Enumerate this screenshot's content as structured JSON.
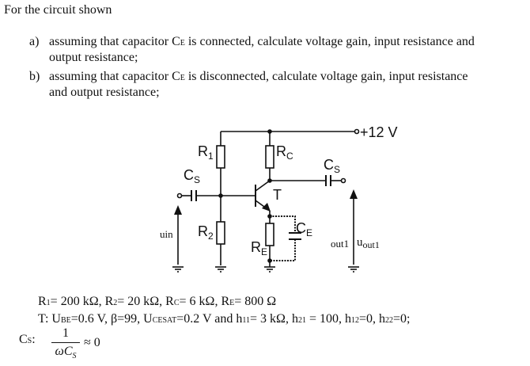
{
  "intro": "For the circuit shown",
  "tasks": [
    {
      "label": "a)",
      "line1_pre": "assuming that capacitor C",
      "line1_sub": "E",
      "line1_post": " is connected, calculate voltage gain, input resistance and",
      "line2": "output resistance;"
    },
    {
      "label": "b)",
      "line1_pre": "assuming that capacitor C",
      "line1_sub": "E",
      "line1_post": " is disconnected, calculate voltage gain, input resistance",
      "line2": "and output resistance;"
    }
  ],
  "circuit": {
    "supply": "+12 V",
    "labels": {
      "R1": {
        "main": "R",
        "sub": "1"
      },
      "R2": {
        "main": "R",
        "sub": "2"
      },
      "RC": {
        "main": "R",
        "sub": "C"
      },
      "RE": {
        "main": "R",
        "sub": "E"
      },
      "CS_in": {
        "main": "C",
        "sub": "S"
      },
      "CS_out": {
        "main": "C",
        "sub": "S"
      },
      "CE": {
        "main": "C",
        "sub": "E"
      },
      "T": "T",
      "uin": "uin",
      "out_left": "out1",
      "uout": {
        "main": "u",
        "sub": "out1"
      }
    }
  },
  "params": {
    "line1": [
      {
        "t": "R"
      },
      {
        "s": "1"
      },
      {
        "t": "= 200 kΩ, R"
      },
      {
        "s": "2"
      },
      {
        "t": "= 20 kΩ, R"
      },
      {
        "s": "C"
      },
      {
        "t": "= 6 kΩ, R"
      },
      {
        "s": "E"
      },
      {
        "t": "= 800 Ω"
      }
    ],
    "line2": [
      {
        "t": "T: U"
      },
      {
        "s": "BE"
      },
      {
        "t": "=0.6 V, β=99, U"
      },
      {
        "s": "CESAT"
      },
      {
        "t": "=0.2 V and h"
      },
      {
        "s": "11"
      },
      {
        "t": "= 3 kΩ, h"
      },
      {
        "s": "21"
      },
      {
        "t": " = 100, h"
      },
      {
        "s": "12"
      },
      {
        "t": "=0, h"
      },
      {
        "s": "22"
      },
      {
        "t": "=0;"
      }
    ],
    "cs": {
      "pre": "C",
      "sub": "S",
      "colon": ":",
      "numerator": "1",
      "denominator": "ωC",
      "den_sub": "S",
      "approx": "≈ 0"
    }
  }
}
